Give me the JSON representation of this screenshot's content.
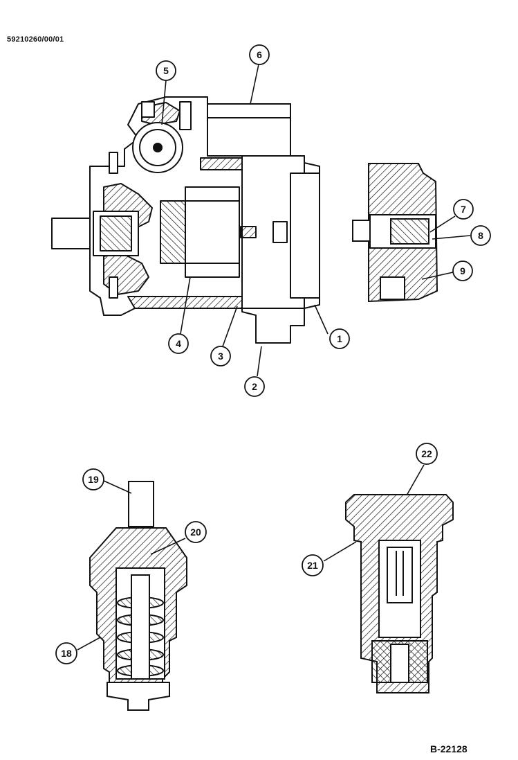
{
  "document": {
    "doc_id": "59210260/00/01",
    "figure_id": "B-22128"
  },
  "callouts": {
    "c1": "1",
    "c2": "2",
    "c3": "3",
    "c4": "4",
    "c5": "5",
    "c6": "6",
    "c7": "7",
    "c8": "8",
    "c9": "9",
    "c18": "18",
    "c19": "19",
    "c20": "20",
    "c21": "21",
    "c22": "22"
  },
  "colors": {
    "line": "#111111",
    "background": "#ffffff"
  }
}
